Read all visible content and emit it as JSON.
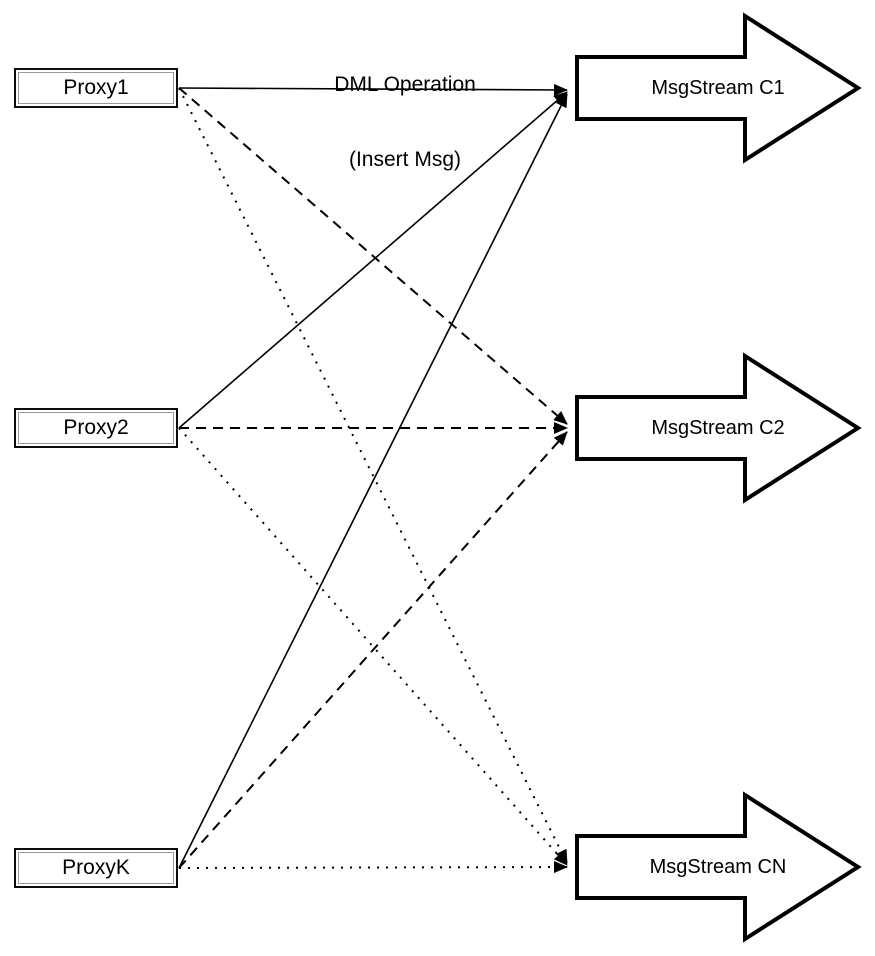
{
  "title": {
    "line1": "DML Operation",
    "line2": "(Insert Msg)"
  },
  "proxies": [
    {
      "label": "Proxy1"
    },
    {
      "label": "Proxy2"
    },
    {
      "label": "ProxyK"
    }
  ],
  "streams": [
    {
      "label": "MsgStream C1"
    },
    {
      "label": "MsgStream C2"
    },
    {
      "label": "MsgStream CN"
    }
  ],
  "edges": [
    {
      "from": "Proxy1",
      "to": "MsgStream C1",
      "style": "solid",
      "label": "DML Operation (Insert Msg)"
    },
    {
      "from": "Proxy1",
      "to": "MsgStream C2",
      "style": "dashed",
      "label": ""
    },
    {
      "from": "Proxy1",
      "to": "MsgStream CN",
      "style": "dotted",
      "label": ""
    },
    {
      "from": "Proxy2",
      "to": "MsgStream C1",
      "style": "solid",
      "label": ""
    },
    {
      "from": "Proxy2",
      "to": "MsgStream C2",
      "style": "dashed",
      "label": ""
    },
    {
      "from": "Proxy2",
      "to": "MsgStream CN",
      "style": "dotted",
      "label": ""
    },
    {
      "from": "ProxyK",
      "to": "MsgStream C1",
      "style": "solid",
      "label": ""
    },
    {
      "from": "ProxyK",
      "to": "MsgStream C2",
      "style": "dashed",
      "label": ""
    },
    {
      "from": "ProxyK",
      "to": "MsgStream CN",
      "style": "dotted",
      "label": ""
    }
  ],
  "colors": {
    "stroke": "#000000",
    "background": "#ffffff"
  }
}
